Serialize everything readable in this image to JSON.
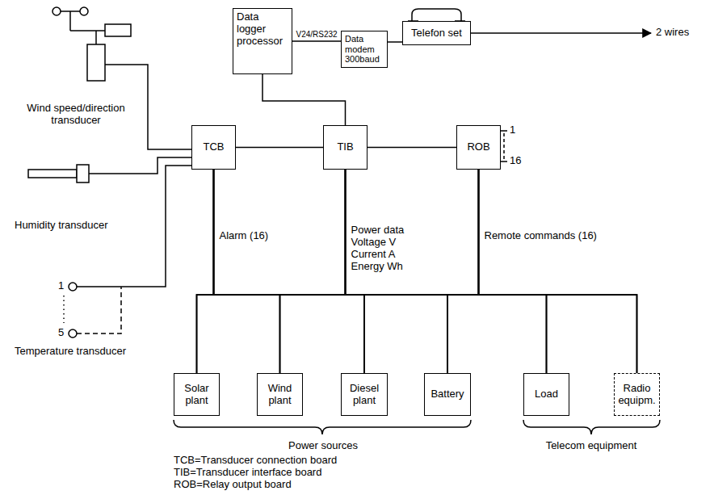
{
  "diagram": {
    "nodes": [
      {
        "text": [
          "Data logger processor"
        ]
      },
      {
        "text": [
          "Data modem 300baud"
        ]
      },
      {
        "text": [
          "Telefon set"
        ]
      },
      {
        "text": [
          "TCB"
        ]
      },
      {
        "text": [
          "TIB"
        ]
      },
      {
        "text": [
          "ROB"
        ]
      },
      {
        "text": [
          "Solar plant"
        ]
      },
      {
        "text": [
          "Wind plant"
        ]
      },
      {
        "text": [
          "Diesel plant"
        ]
      },
      {
        "text": [
          "Battery"
        ]
      },
      {
        "text": [
          "Load"
        ]
      },
      {
        "text": [
          "Radio equipm."
        ]
      }
    ],
    "edges": [
      {
        "from": 0,
        "to": 1,
        "label": "V24/RS232",
        "arrow": "none"
      },
      {
        "from": 1,
        "to": 2,
        "arrow": "none"
      },
      {
        "from": 0,
        "to": 4,
        "arrow": "none"
      },
      {
        "from": 3,
        "to": 4,
        "arrow": "none"
      },
      {
        "from": 4,
        "to": 5,
        "arrow": "none"
      },
      {
        "from": 3,
        "to": 6,
        "label": "Alarm (16)",
        "arrow": "none"
      },
      {
        "from": 3,
        "to": 7,
        "arrow": "none"
      },
      {
        "from": 3,
        "to": 8,
        "arrow": "none"
      },
      {
        "from": 3,
        "to": 9,
        "arrow": "none"
      },
      {
        "from": 3,
        "to": 10,
        "arrow": "none"
      },
      {
        "from": 3,
        "to": 11,
        "arrow": "none"
      },
      {
        "from": 4,
        "to": 6,
        "label": "Power data Voltage V Current A Energy Wh",
        "arrow": "none"
      },
      {
        "from": 4,
        "to": 7,
        "arrow": "none"
      },
      {
        "from": 4,
        "to": 8,
        "arrow": "none"
      },
      {
        "from": 4,
        "to": 9,
        "arrow": "none"
      },
      {
        "from": 4,
        "to": 10,
        "arrow": "none"
      },
      {
        "from": 4,
        "to": 11,
        "arrow": "none"
      },
      {
        "from": 5,
        "to": 6,
        "label": "Remote commands (16)",
        "arrow": "none"
      },
      {
        "from": 5,
        "to": 7,
        "arrow": "none"
      },
      {
        "from": 5,
        "to": 8,
        "arrow": "none"
      },
      {
        "from": 5,
        "to": 9,
        "arrow": "none"
      },
      {
        "from": 5,
        "to": 10,
        "arrow": "none"
      },
      {
        "from": 5,
        "to": 11,
        "arrow": "none"
      }
    ],
    "labels": [
      "Wind speed/direction transducer",
      "Humidity transducer",
      "1",
      "5",
      "Temperature transducer",
      "1",
      "16",
      "2 wires",
      "Power sources",
      "Telecom equipment",
      "TCB=Transducer connection board",
      "TIB=Transducer interface board",
      "ROB=Relay output board"
    ]
  }
}
